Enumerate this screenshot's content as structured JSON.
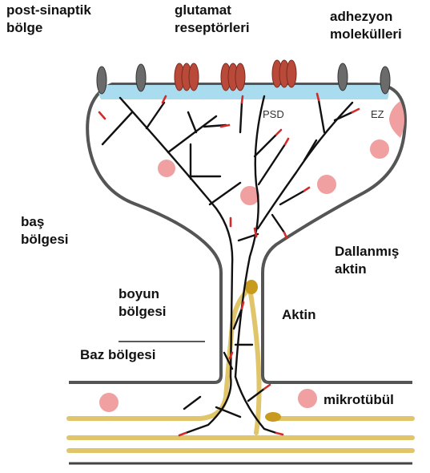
{
  "labels": {
    "post_synaptic": [
      "post-sinaptik",
      "bölge"
    ],
    "glutamate_receptors": [
      "glutamat",
      "reseptörleri"
    ],
    "adhesion_molecules": [
      "adhezyon",
      "molekülleri"
    ],
    "psd": "PSD",
    "ez": "EZ",
    "head_region": [
      "baş",
      "bölgesi"
    ],
    "branched_actin": [
      "Dallanmış",
      "aktin"
    ],
    "neck_region": [
      "boyun",
      "bölgesi"
    ],
    "actin": "Aktin",
    "base_region": "Baz bölgesi",
    "microtubule": "mikrotübül"
  },
  "colors": {
    "membrane": "#555555",
    "psd_fill": "#a9dcef",
    "actin": "#111111",
    "actin_tip": "#d42a2a",
    "receptor": "#b94a3a",
    "adhesion": "#6b6b6b",
    "vesicle": "#f0a0a0",
    "microtubule": "#e0c56a",
    "microtubule_cap": "#c89b1e"
  }
}
